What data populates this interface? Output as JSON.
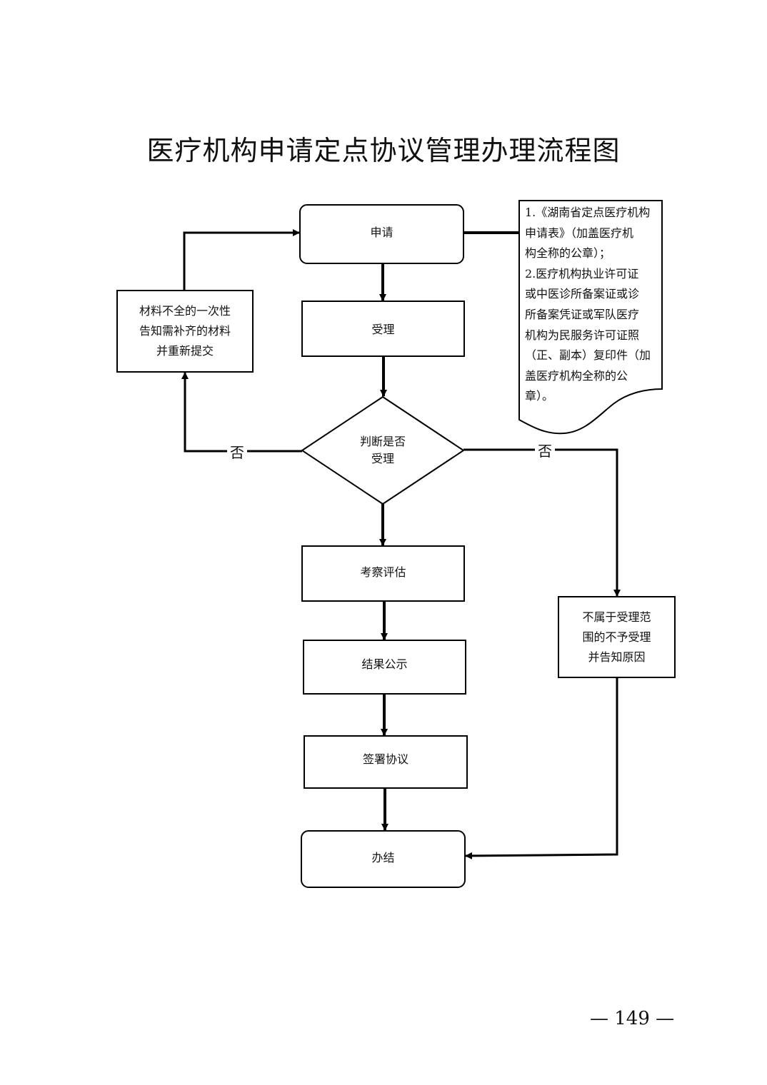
{
  "title": "医疗机构申请定点协议管理办理流程图",
  "nodes": {
    "apply": "申请",
    "accept": "受理",
    "decision_line1": "判断是否",
    "decision_line2": "受理",
    "inspect": "考察评估",
    "publicize": "结果公示",
    "sign": "签署协议",
    "finish": "办结",
    "incomplete_line1": "材料不全的一次性",
    "incomplete_line2": "告知需补齐的材料",
    "incomplete_line3": "并重新提交",
    "reject_line1": "不属于受理范",
    "reject_line2": "围的不予受理",
    "reject_line3": "并告知原因"
  },
  "labels": {
    "no_left": "否",
    "no_right": "否"
  },
  "note": {
    "lines": [
      "1.《湖南省定点医疗机构",
      "申请表》（加盖医疗机",
      "构全称的公章）；",
      "2.医疗机构执业许可证",
      "或中医诊所备案证或诊",
      "所备案凭证或军队医疗",
      "机构为民服务许可证照",
      "（正、副本）复印件（加",
      "盖医疗机构全称的公",
      "章）。"
    ]
  },
  "page_number": "— 149 —"
}
